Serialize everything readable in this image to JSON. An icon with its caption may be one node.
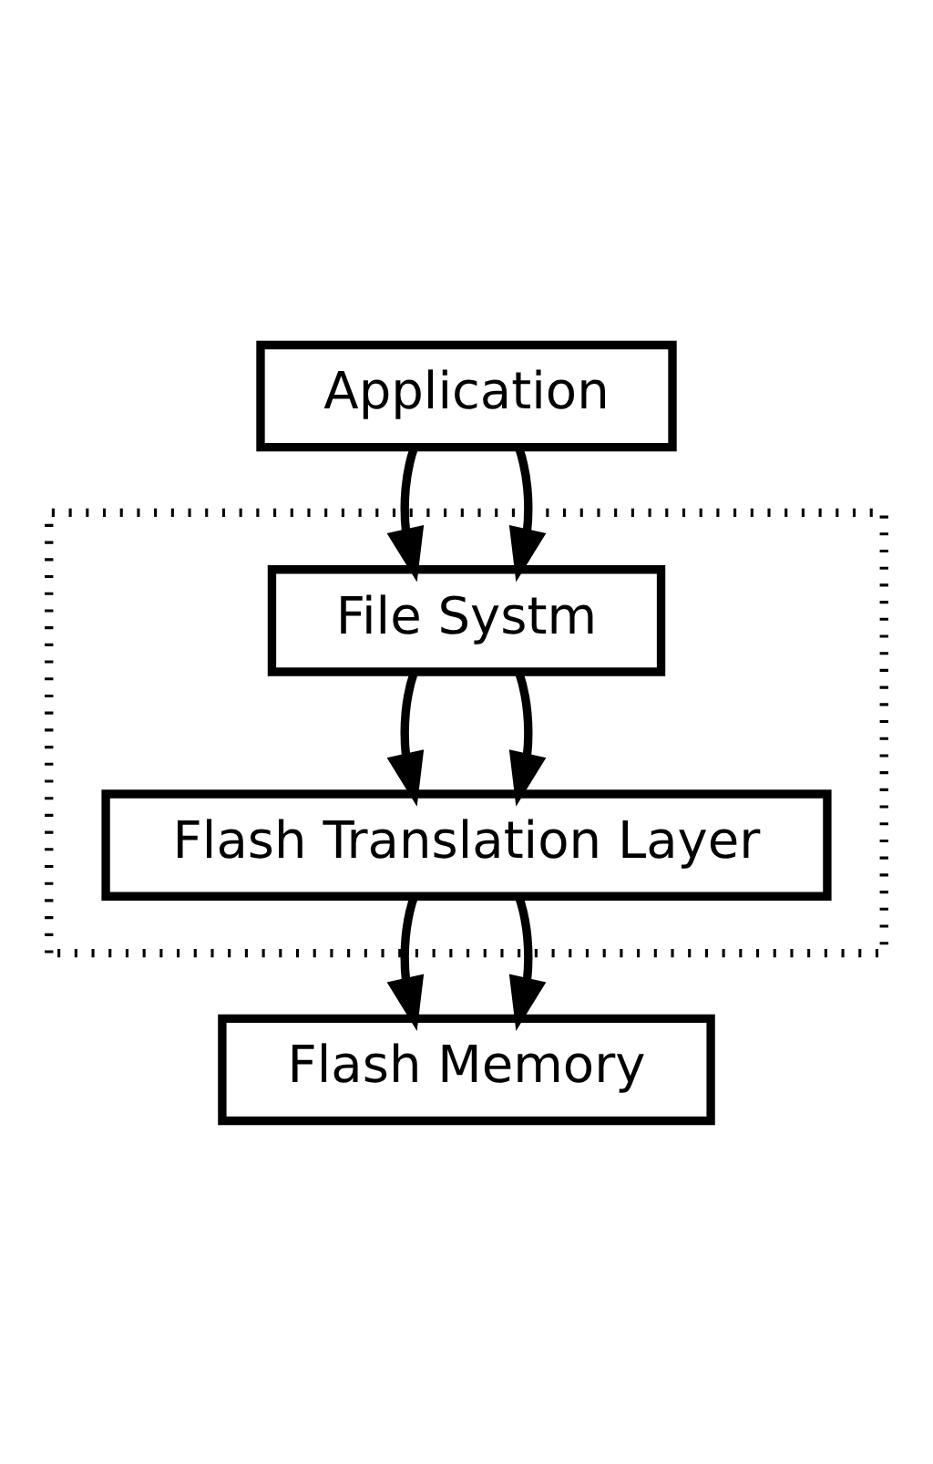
{
  "diagram": {
    "nodes": [
      {
        "text": [
          "Application"
        ]
      },
      {
        "text": [],
        "shape": "box"
      },
      {
        "text": [
          "File Systm"
        ],
        "in": 1
      },
      {
        "text": [
          "Flash Translation Layer"
        ],
        "in": 1
      },
      {
        "text": [
          "Flash Memory"
        ]
      }
    ],
    "edges": [
      {
        "from": 0,
        "to": 2,
        "arrow": "to"
      },
      {
        "from": 0,
        "to": 2,
        "arrow": "to"
      },
      {
        "from": 2,
        "to": 3,
        "arrow": "to"
      },
      {
        "from": 2,
        "to": 3,
        "arrow": "to"
      },
      {
        "from": 3,
        "to": 4,
        "arrow": "to"
      },
      {
        "from": 3,
        "to": 4,
        "arrow": "to"
      }
    ]
  }
}
